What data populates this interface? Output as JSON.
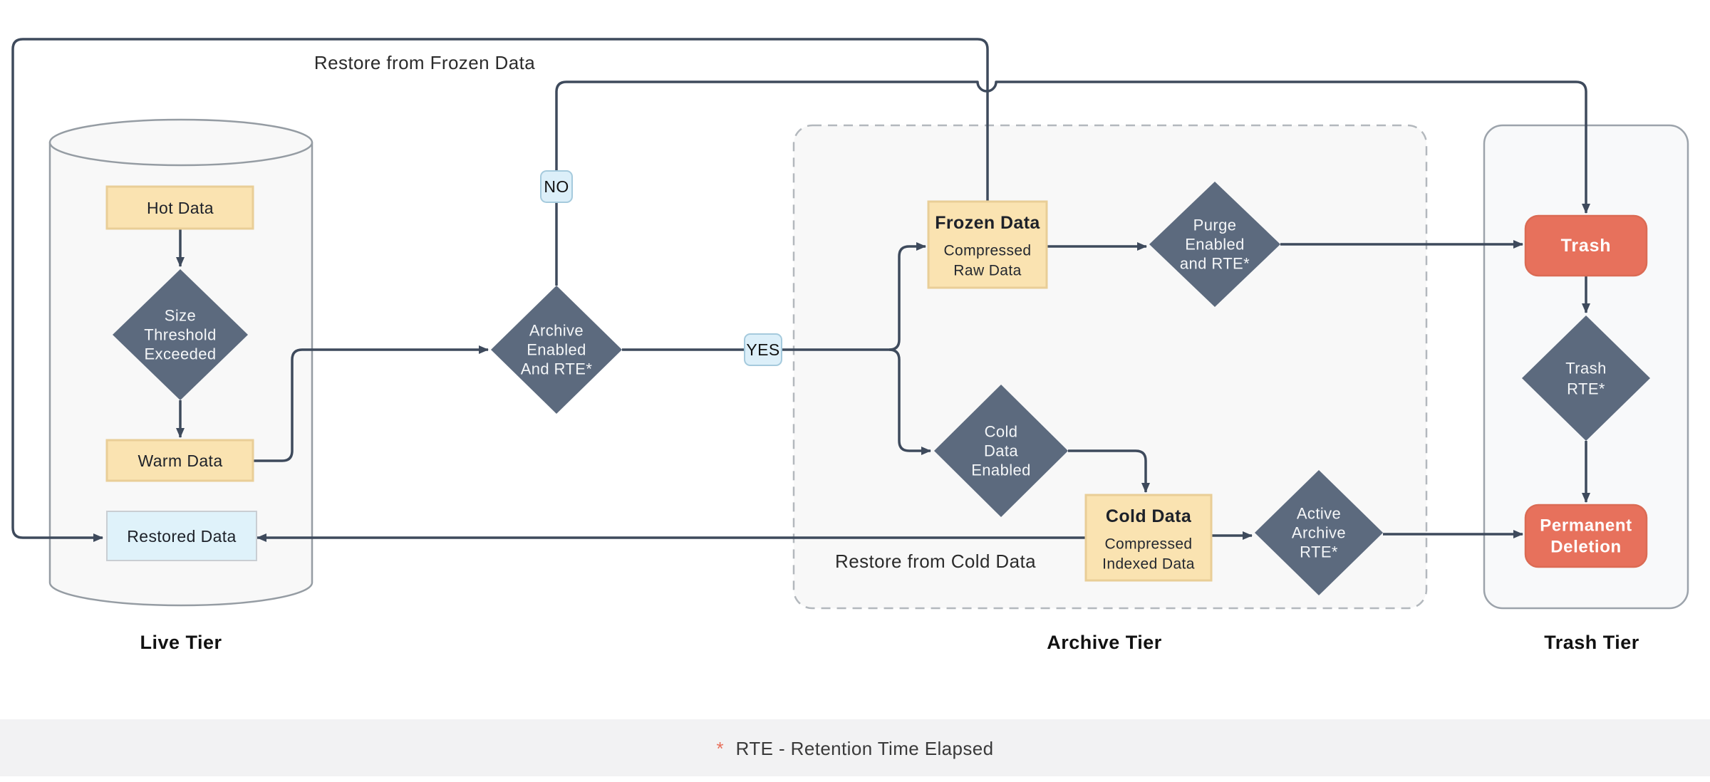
{
  "colors": {
    "connector": "#3E4A5C",
    "node_yellow_fill": "#FAE3B1",
    "node_yellow_border": "#E9CE97",
    "diamond_fill": "#5C6A7E",
    "diamond_text": "#F4F6F8",
    "salmon_fill": "#E7715C",
    "salmon_border": "#DB6B54",
    "restored_fill": "#DFF2FA",
    "restored_border": "#C9CED3",
    "label_chip_fill": "#DCEFF9",
    "label_chip_border": "#A5CADD",
    "container_fill": "#F8F8F8",
    "container_border": "#B3B8BD",
    "footer_band": "#F2F2F3",
    "accent_red": "#E8705B",
    "text_dark": "#1D2129"
  },
  "tiers": {
    "live": {
      "label": "Live Tier"
    },
    "archive": {
      "label": "Archive Tier"
    },
    "trash": {
      "label": "Trash Tier"
    }
  },
  "nodes": {
    "hot_data": {
      "label": "Hot Data"
    },
    "size_threshold": {
      "lines": [
        "Size",
        "Threshold",
        "Exceeded"
      ]
    },
    "warm_data": {
      "label": "Warm Data"
    },
    "restored_data": {
      "label": "Restored Data"
    },
    "archive_enabled": {
      "lines": [
        "Archive",
        "Enabled",
        "And RTE*"
      ]
    },
    "frozen_data": {
      "title": "Frozen Data",
      "subtitle_lines": [
        "Compressed",
        "Raw Data"
      ]
    },
    "purge_enabled": {
      "lines": [
        "Purge",
        "Enabled",
        "and RTE*"
      ]
    },
    "cold_data_enabled": {
      "lines": [
        "Cold",
        "Data",
        "Enabled"
      ]
    },
    "cold_data": {
      "title": "Cold Data",
      "subtitle_lines": [
        "Compressed",
        "Indexed Data"
      ]
    },
    "active_archive": {
      "lines": [
        "Active",
        "Archive",
        "RTE*"
      ]
    },
    "trash": {
      "label": "Trash"
    },
    "trash_rte": {
      "lines": [
        "Trash",
        "RTE*"
      ]
    },
    "permanent_deletion": {
      "lines": [
        "Permanent",
        "Deletion"
      ]
    }
  },
  "edge_labels": {
    "no": "NO",
    "yes": "YES",
    "restore_frozen": "Restore from Frozen Data",
    "restore_cold": "Restore from Cold Data"
  },
  "footnote": {
    "marker": "*",
    "text": "RTE - Retention Time Elapsed"
  }
}
